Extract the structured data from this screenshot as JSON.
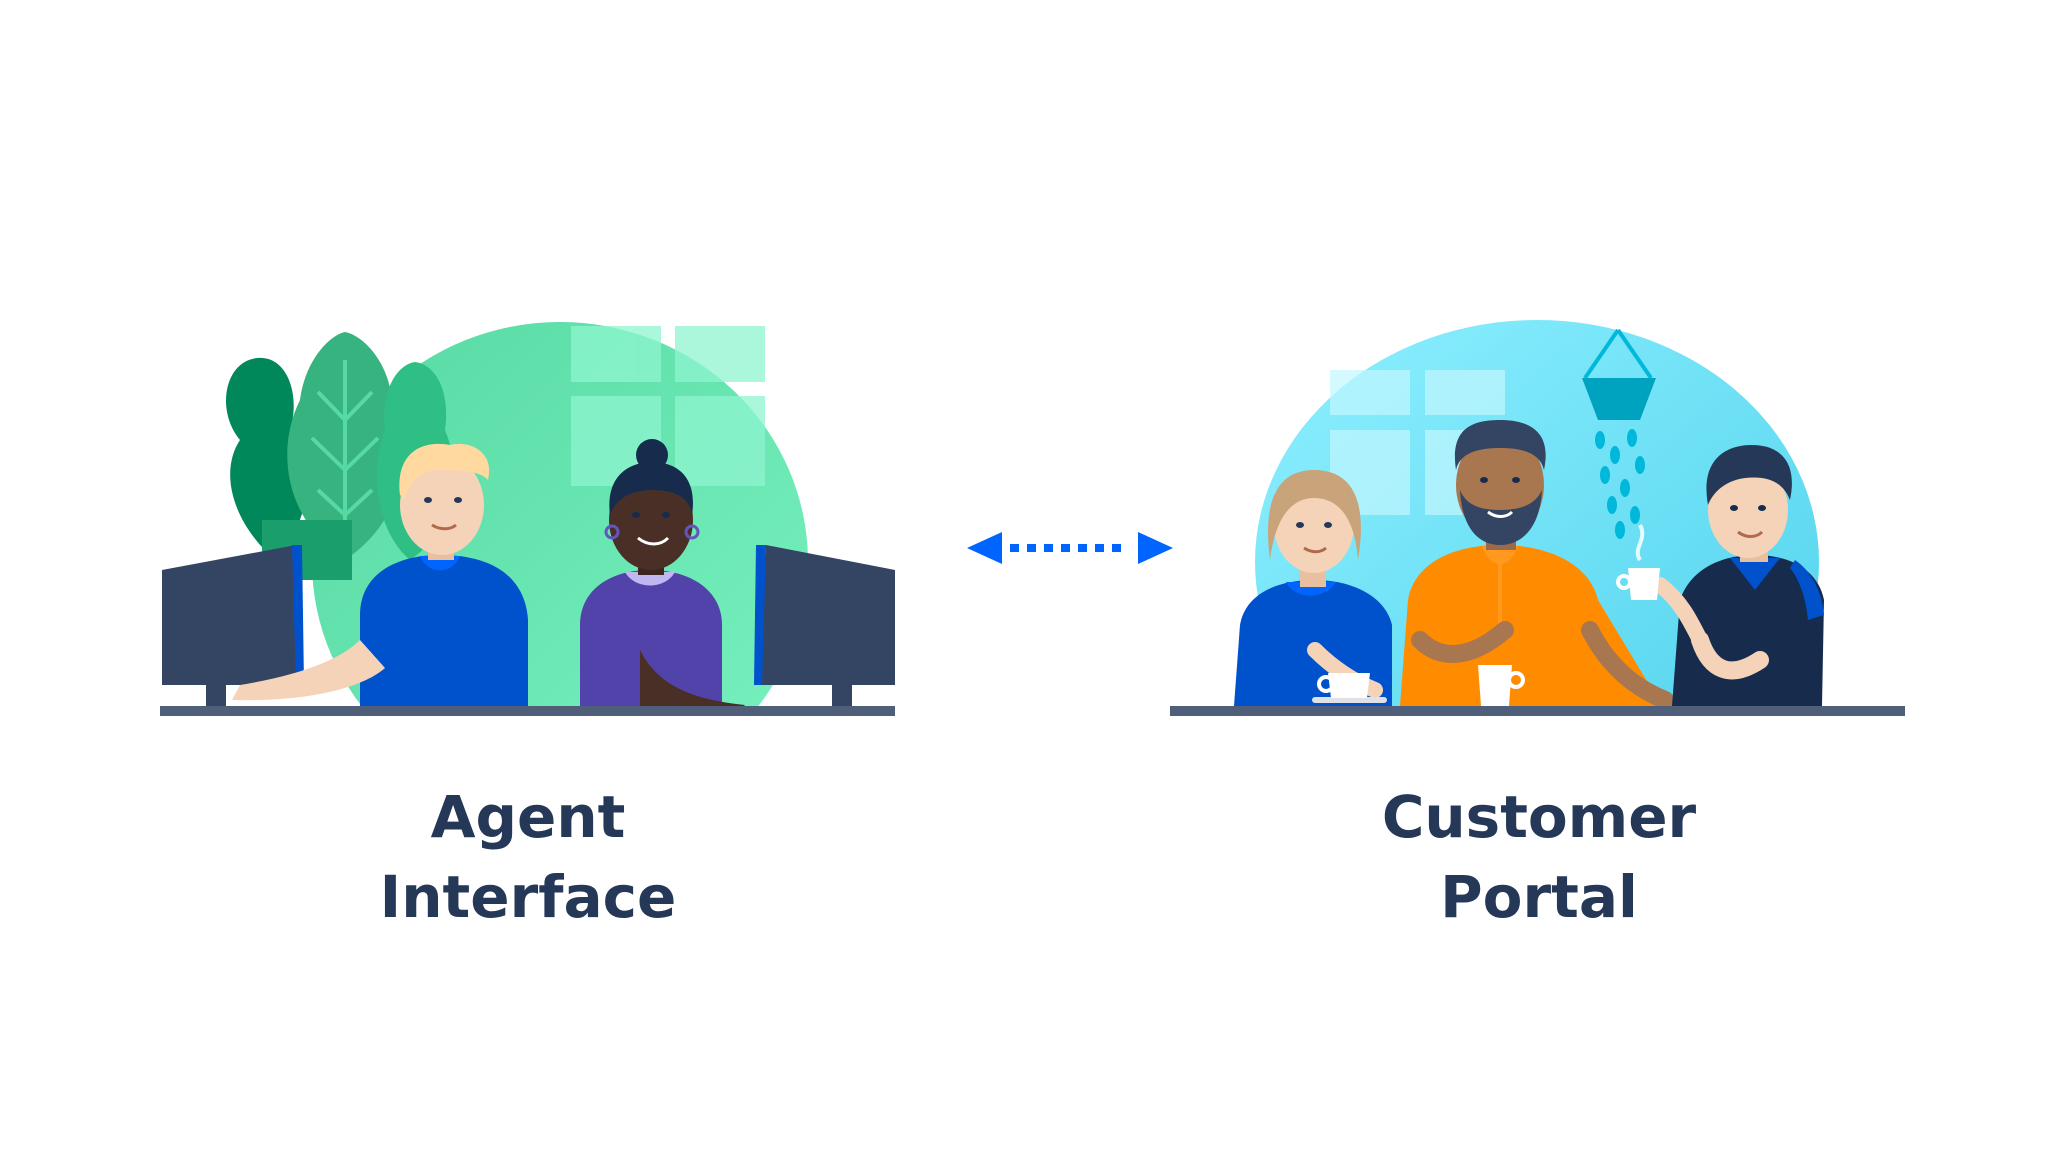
{
  "left_scene": {
    "caption_line1": "Agent",
    "caption_line2": "Interface"
  },
  "right_scene": {
    "caption_line1": "Customer",
    "caption_line2": "Portal"
  },
  "connector": {
    "icon": "bidirectional-dotted-arrow-icon"
  },
  "colors": {
    "text": "#253858",
    "arrow": "#0065ff",
    "left_bg": "#57d9a3",
    "right_bg": "#79e2f2",
    "desk": "#505f79",
    "monitor": "#344563",
    "shirt_blue": "#0052cc",
    "shirt_purple": "#5243aa",
    "shirt_orange": "#ff8b00",
    "shirt_navy": "#172b4d"
  }
}
